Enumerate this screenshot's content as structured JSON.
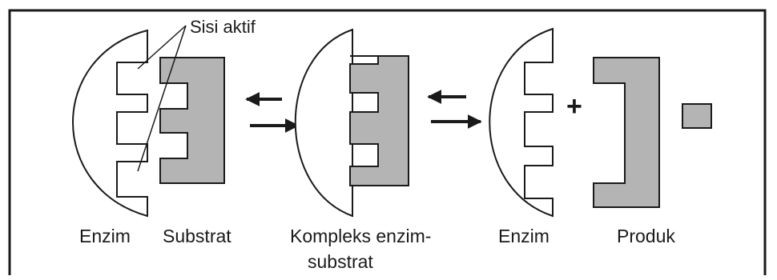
{
  "colors": {
    "frame": "#1a1a1a",
    "stroke": "#1a1a1a",
    "fill_gray": "#b4b4b4",
    "background": "#ffffff"
  },
  "labels": {
    "active_site": "Sisi aktif",
    "enzyme_left": "Enzim",
    "substrate": "Substrat",
    "complex_line1": "Kompleks enzim-",
    "complex_line2": "substrat",
    "enzyme_right": "Enzim",
    "product": "Produk",
    "plus": "+"
  },
  "icons": {
    "reverse_arrow": "arrow-left-icon",
    "forward_arrow": "arrow-right-icon"
  }
}
